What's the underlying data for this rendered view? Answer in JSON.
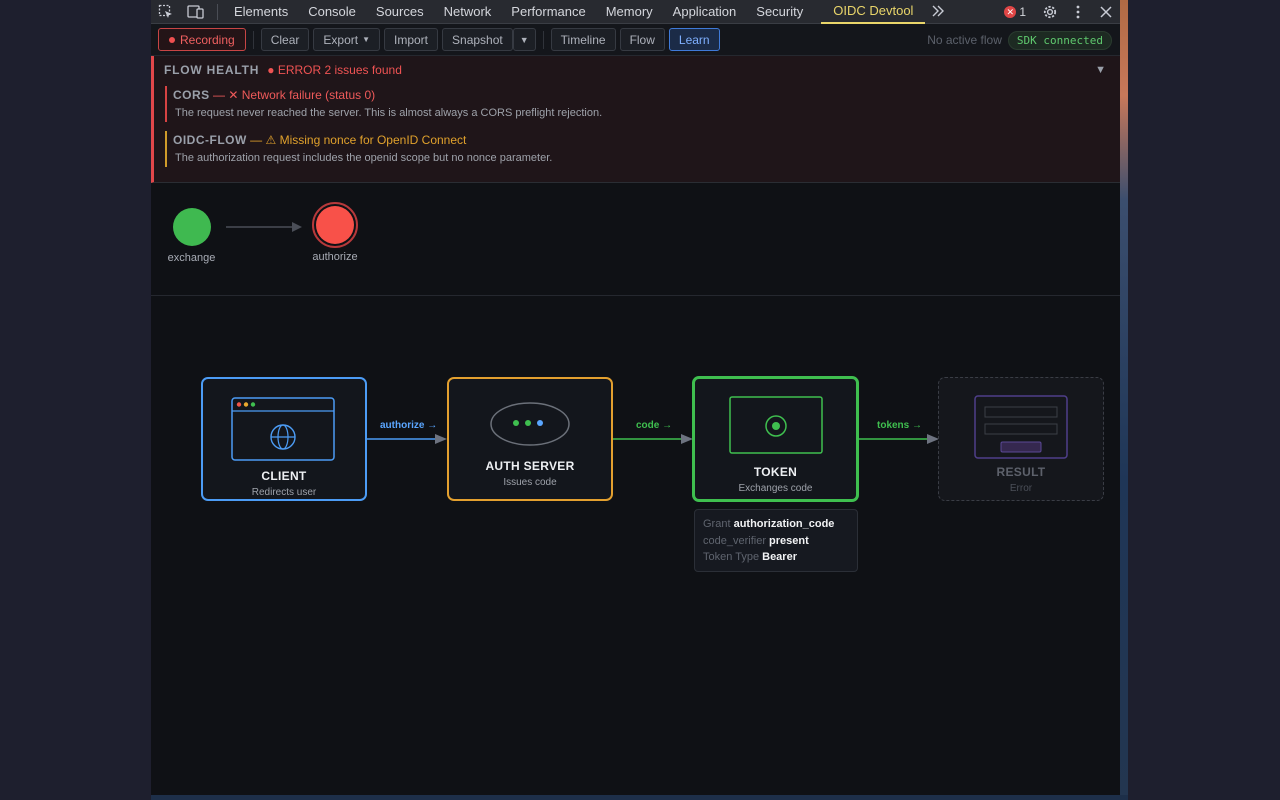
{
  "tabs": [
    "Elements",
    "Console",
    "Sources",
    "Network",
    "Performance",
    "Memory",
    "Application",
    "Security"
  ],
  "active_tab": "OIDC Devtool",
  "error_count": "1",
  "toolbar": {
    "recording": "Recording",
    "clear": "Clear",
    "export": "Export",
    "import": "Import",
    "snapshot": "Snapshot",
    "timeline": "Timeline",
    "flow": "Flow",
    "learn": "Learn",
    "no_active_flow": "No active flow",
    "sdk_status": "SDK connected"
  },
  "health": {
    "label": "FLOW HEALTH",
    "status": "● ERROR 2 issues found",
    "issues": [
      {
        "key": "CORS",
        "message": "— ✕ Network failure (status 0)",
        "description": "The request never reached the server. This is almost always a CORS preflight rejection."
      },
      {
        "key": "OIDC-FLOW",
        "message": "— ⚠ Missing nonce for OpenID Connect",
        "description": "The authorization request includes the openid scope but no nonce parameter."
      }
    ]
  },
  "timeline": {
    "nodes": [
      {
        "label": "exchange",
        "color": "#3fb950"
      },
      {
        "label": "authorize",
        "color": "#f85149"
      }
    ]
  },
  "diagram": {
    "cards": [
      {
        "title": "CLIENT",
        "subtitle": "Redirects user",
        "color": "#4c9cf5"
      },
      {
        "title": "AUTH SERVER",
        "subtitle": "Issues code",
        "color": "#e3a02f"
      },
      {
        "title": "TOKEN",
        "subtitle": "Exchanges code",
        "color": "#3fbf4f"
      },
      {
        "title": "RESULT",
        "subtitle": "Error",
        "color": "#6b4fbf"
      }
    ],
    "edges": [
      {
        "label": "authorize →",
        "color": "#5aa6ff"
      },
      {
        "label": "code →",
        "color": "#3fbf4f"
      },
      {
        "label": "tokens →",
        "color": "#3fbf4f"
      }
    ],
    "token_info": {
      "grant_key": "Grant",
      "grant_value": "authorization_code",
      "verifier_key": "code_verifier",
      "verifier_value": "present",
      "type_key": "Token Type",
      "type_value": "Bearer"
    }
  }
}
